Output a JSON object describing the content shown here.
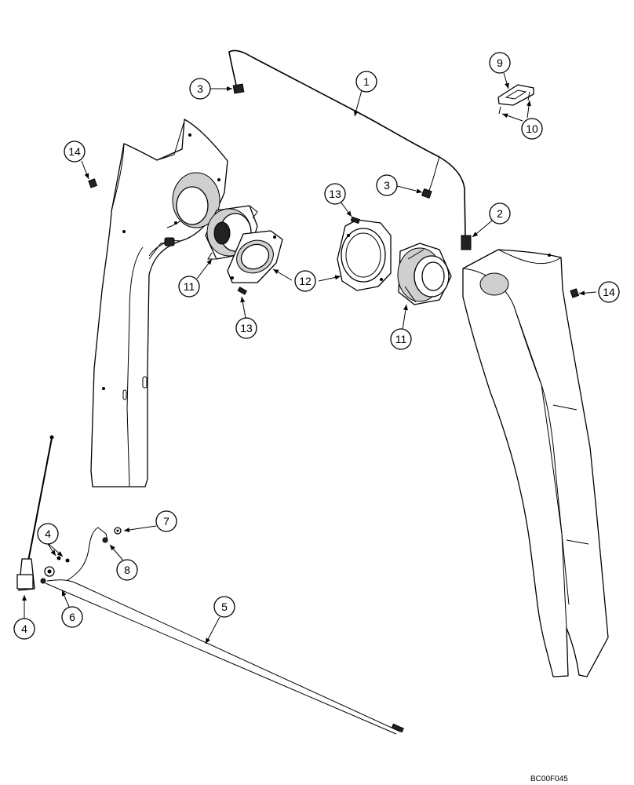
{
  "callouts": {
    "c1": "1",
    "c2": "2",
    "c3a": "3",
    "c3b": "3",
    "c4a": "4",
    "c4b": "4",
    "c5": "5",
    "c6": "6",
    "c7": "7",
    "c8": "8",
    "c9": "9",
    "c10": "10",
    "c11a": "11",
    "c11b": "11",
    "c12": "12",
    "c13a": "13",
    "c13b": "13",
    "c14a": "14",
    "c14b": "14"
  },
  "drawing_code": "BC00F045"
}
